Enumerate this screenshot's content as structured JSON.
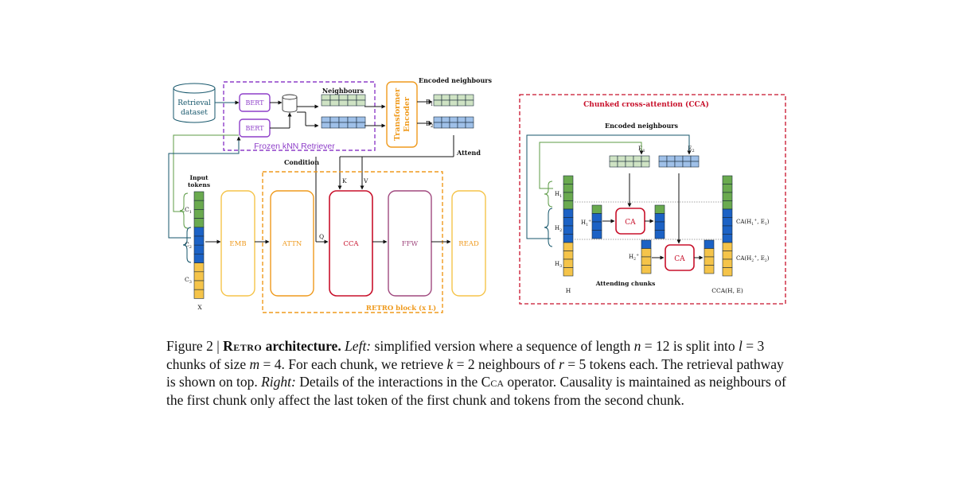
{
  "left": {
    "retrieval_dataset": [
      "Retrieval",
      "dataset"
    ],
    "bert": "BERT",
    "neighbours": "Neighbours",
    "frozen_knn": "Frozen kNN Retriever",
    "transformer_encoder": [
      "Transformer",
      "Encoder"
    ],
    "encoded_neighbours": "Encoded neighbours",
    "e1": "E",
    "e2": "E",
    "sub1": "1",
    "sub2": "2",
    "sub3": "3",
    "attend": "Attend",
    "condition": "Condition",
    "input_tokens": [
      "Input",
      "tokens"
    ],
    "c": "C",
    "x": "X",
    "k": "K",
    "v": "V",
    "q": "Q",
    "blocks": {
      "emb": "EMB",
      "attn": "ATTN",
      "cca": "CCA",
      "ffw": "FFW",
      "read": "READ"
    },
    "retro_block": "RETRO block (x L)"
  },
  "right": {
    "title": "Chunked cross-attention (CCA)",
    "encoded_neighbours": "Encoded neighbours",
    "e": "E",
    "h": "H",
    "h1plus": "H",
    "h2plus": "H",
    "plus": "+",
    "ca": "CA",
    "ca1_out": "CA(H",
    "ca1_tail": ", E",
    "ca_close": ")",
    "attending_chunks": "Attending chunks",
    "cca_out": "CCA(H, E)"
  },
  "caption": {
    "prefix": "Figure 2 | ",
    "title_sc": "Retro",
    "title_rest": " architecture.",
    "left_label": "Left:",
    "s1": " simplified version where a sequence of length ",
    "n": "n",
    "s2": " = 12 is split into ",
    "l": "l",
    "s3": " = 3 chunks of size ",
    "m": "m",
    "s4": " = 4. For each chunk, we retrieve ",
    "k": "k",
    "s5": " = 2 neighbours of ",
    "r": "r",
    "s6": " = 5 tokens each. The retrieval pathway is shown on top. ",
    "right_label": "Right:",
    "s7": " Details of the interactions in the ",
    "cca_sc": "Cca",
    "s8": " operator. Causality is maintained as neighbours of the first chunk only affect the last token of the first chunk and tokens from the second chunk."
  },
  "colors": {
    "green": "#6aaa4f",
    "green_light": "#cfe3c4",
    "blue": "#1c62c5",
    "blue_light": "#9fc0e8",
    "yellow": "#f5c44a",
    "orange": "#ef9a1d",
    "purple": "#8e3ec9",
    "red": "#c8112b",
    "teal": "#15566b"
  }
}
